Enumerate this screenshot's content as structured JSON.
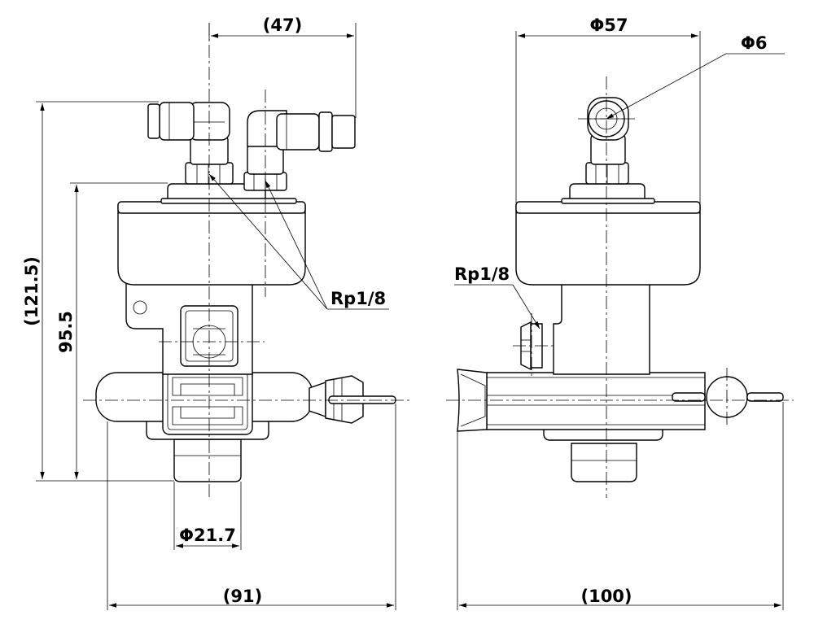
{
  "dimensions": {
    "top_fitting_spacing": "(47)",
    "body_diameter": "Φ57",
    "tube_diameter": "Φ6",
    "overall_height": "(121.5)",
    "height_to_base": "95.5",
    "port_thread_front": "Rp1/8",
    "port_thread_side": "Rp1/8",
    "outlet_diameter": "Φ21.7",
    "front_width": "(91)",
    "side_width": "(100)"
  }
}
